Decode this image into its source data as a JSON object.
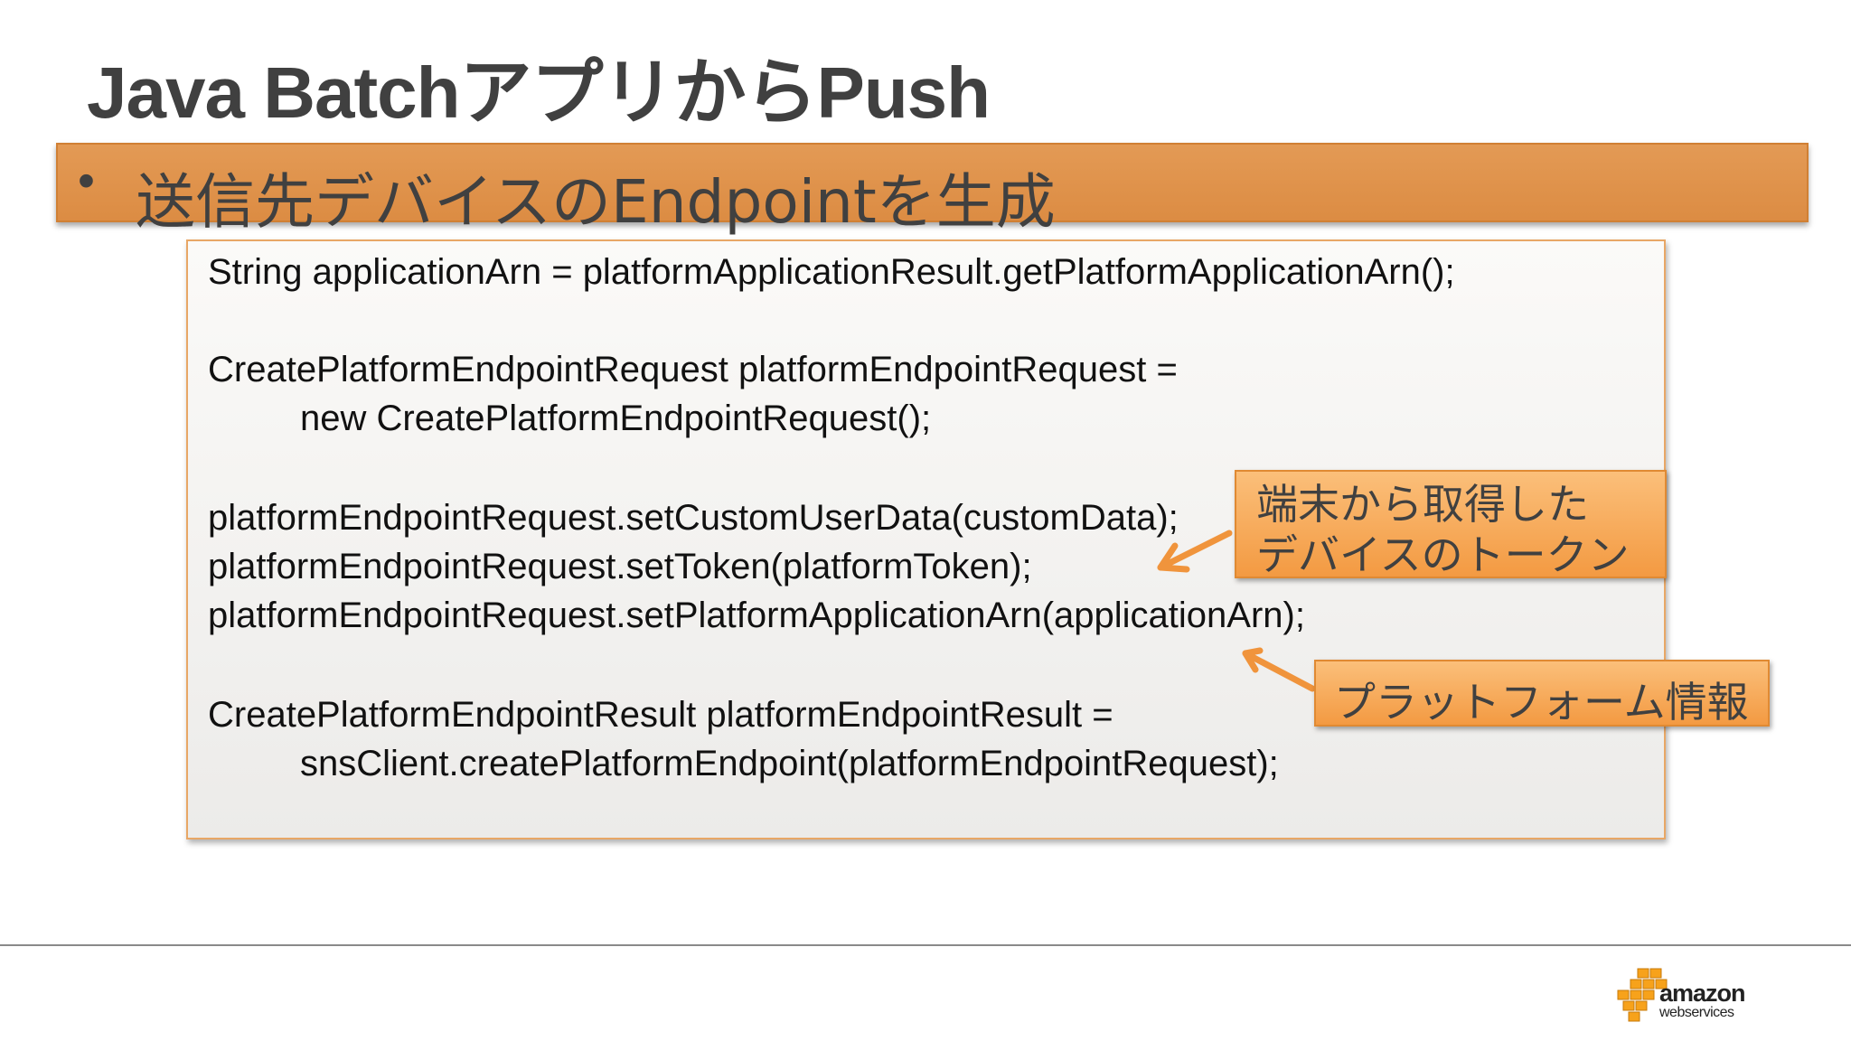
{
  "slide": {
    "title": "Java BatchアプリからPush",
    "bullet": {
      "marker": "•",
      "text": "送信先デバイスのEndpointを生成"
    },
    "code_lines": [
      "String applicationArn = platformApplicationResult.getPlatformApplicationArn();",
      "",
      "CreatePlatformEndpointRequest platformEndpointRequest =",
      "new CreatePlatformEndpointRequest();",
      "",
      "platformEndpointRequest.setCustomUserData(customData);",
      "platformEndpointRequest.setToken(platformToken);",
      "platformEndpointRequest.setPlatformApplicationArn(applicationArn);",
      "",
      "CreatePlatformEndpointResult platformEndpointResult =",
      "snsClient.createPlatformEndpoint(platformEndpointRequest);"
    ],
    "callouts": {
      "token": {
        "line1": "端末から取得した",
        "line2": "デバイスのトークン"
      },
      "platform": {
        "text": "プラットフォーム情報"
      }
    },
    "logo": {
      "brand": "amazon",
      "sub": "webservices"
    }
  },
  "colors": {
    "bullet_bar": "#dc8c43",
    "callout": "#f6a650",
    "callout_arrow": "#f0943c",
    "title_text": "#404040",
    "logo_cube": "#f7a21b"
  }
}
